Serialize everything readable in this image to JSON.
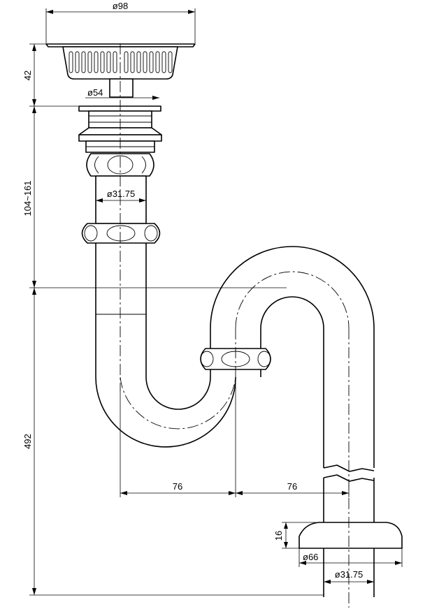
{
  "dimensions": {
    "strainer_diameter": "ø98",
    "strainer_height": "42",
    "flange_diameter": "ø54",
    "tailpiece_diameter": "ø31.75",
    "adjustable_length": "104~161",
    "trap_offset_left": "76",
    "trap_offset_right": "76",
    "escutcheon_height": "16",
    "escutcheon_diameter": "ø66",
    "wall_pipe_diameter": "ø31.75",
    "overall_height": "492"
  }
}
